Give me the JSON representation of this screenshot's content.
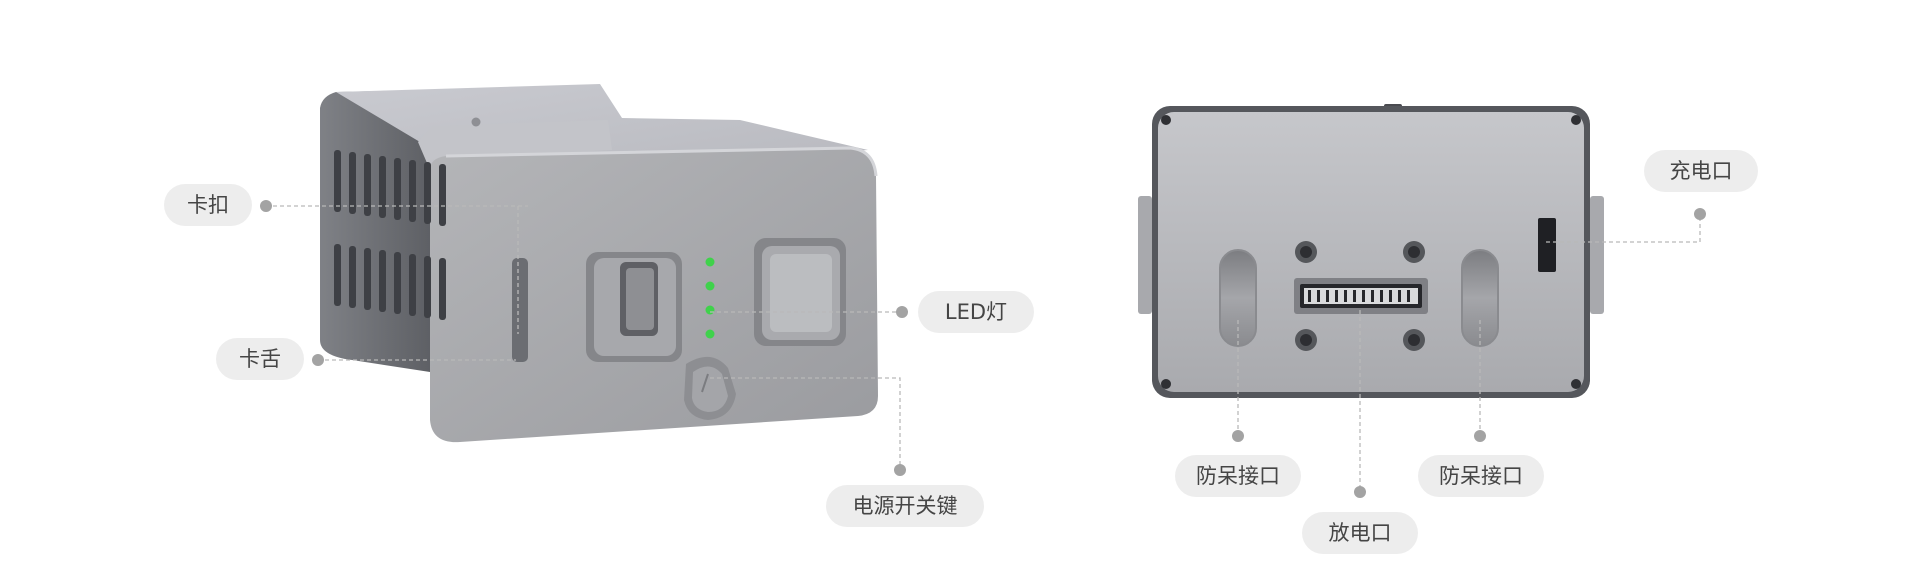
{
  "labels": {
    "clip": "卡扣",
    "latch": "卡舌",
    "led": "LED灯",
    "power_button": "电源开关键",
    "anti_misplug_left": "防呆接口",
    "discharge_port": "放电口",
    "anti_misplug_right": "防呆接口",
    "charge_port": "充电口"
  },
  "colors": {
    "led": "#3fd24b",
    "pill_bg": "#ededed",
    "pill_text": "#454545",
    "leader": "#b9b9b9",
    "dot": "#a3a3a3"
  }
}
